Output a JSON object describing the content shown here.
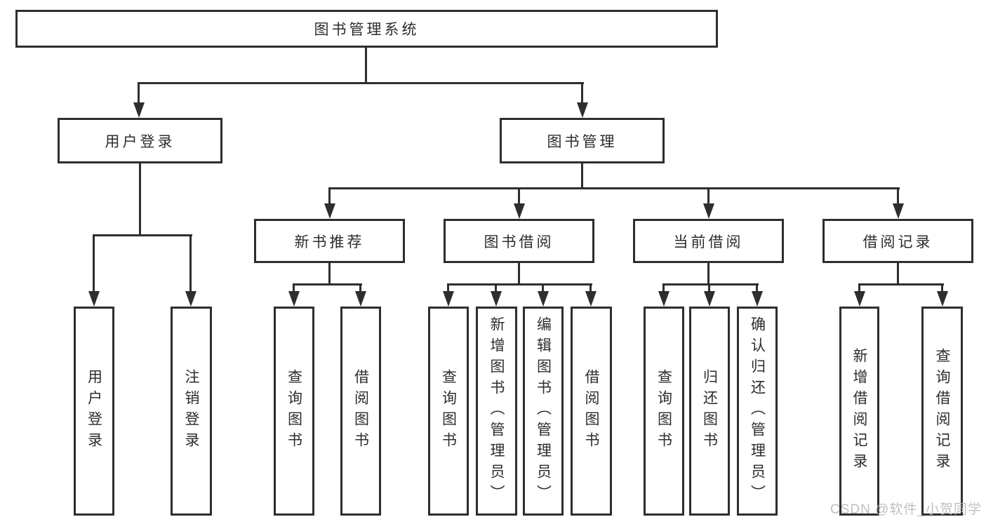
{
  "diagram": {
    "root": "图书管理系统",
    "level2": {
      "user_login": "用户登录",
      "book_management": "图书管理"
    },
    "level3": {
      "new_book": "新书推荐",
      "book_borrow": "图书借阅",
      "current_borrow": "当前借阅",
      "borrow_records": "借阅记录"
    },
    "leaves": {
      "user_login": [
        "用户登录",
        "注销登录"
      ],
      "new_book": [
        "查询图书",
        "借阅图书"
      ],
      "book_borrow": [
        "查询图书",
        "新增图书（管理员）",
        "编辑图书（管理员）",
        "借阅图书"
      ],
      "current_borrow": [
        "查询图书",
        "归还图书",
        "确认归还（管理员）"
      ],
      "borrow_records": [
        "新增借阅记录",
        "查询借阅记录"
      ]
    }
  },
  "watermark": "CSDN @软件_小贺同学",
  "colors": {
    "line": "#2e2e2e",
    "text": "#2d2d2d",
    "watermark": "#b9b9b9",
    "background": "#ffffff"
  }
}
